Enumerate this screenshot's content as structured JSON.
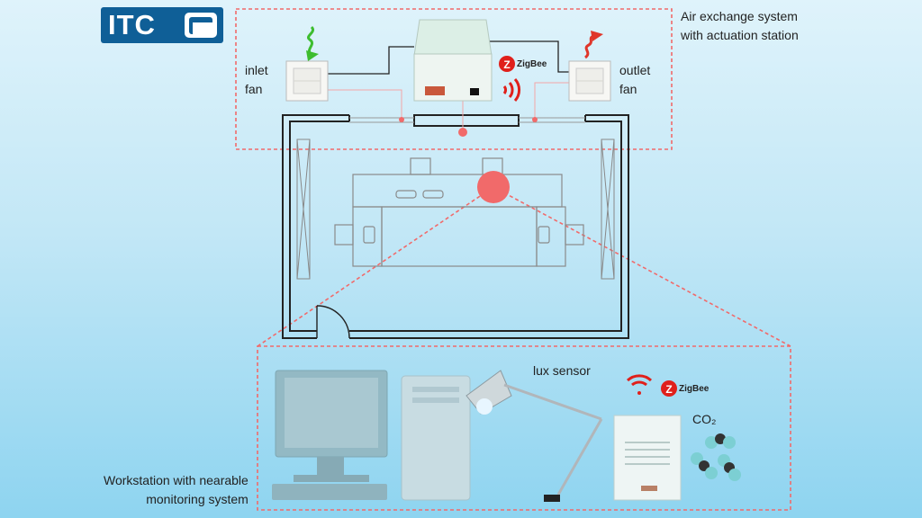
{
  "logo": {
    "text": "ITC"
  },
  "labels": {
    "air_exchange": "Air exchange system\nwith actuation station",
    "inlet_fan": "inlet\nfan",
    "outlet_fan": "outlet\nfan",
    "lux_sensor": "lux sensor",
    "co2": "CO₂",
    "workstation": "Workstation with nearable\nmonitoring system"
  },
  "zigbee": {
    "text": "ZigBee"
  },
  "colors": {
    "accent": "#f16a6a",
    "wifi": "#e0201b",
    "inlet_arrow": "#3dbd2f",
    "outlet_arrow": "#e0362a",
    "logo_bg": "#0f5f97"
  }
}
